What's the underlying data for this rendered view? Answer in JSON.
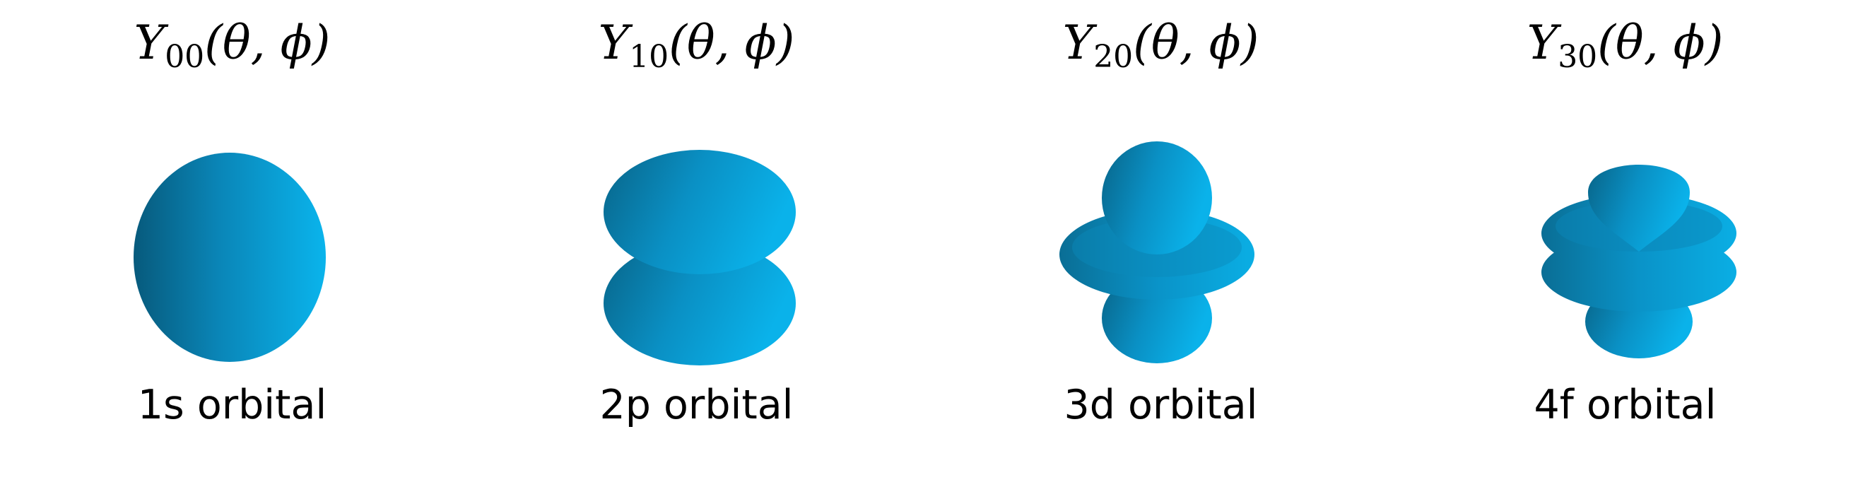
{
  "colors": {
    "surface_light": "#0aa8e0",
    "surface_mid": "#0b8cc0",
    "surface_dark": "#085f83",
    "text": "#000000",
    "background": "#ffffff"
  },
  "panels": [
    {
      "symbol": "Y",
      "subscript": "00",
      "args": "(θ, ϕ)",
      "caption": "1s orbital",
      "shape": "sphere"
    },
    {
      "symbol": "Y",
      "subscript": "10",
      "args": "(θ, ϕ)",
      "caption": "2p orbital",
      "shape": "two-lobes"
    },
    {
      "symbol": "Y",
      "subscript": "20",
      "args": "(θ, ϕ)",
      "caption": "3d orbital",
      "shape": "lobes-with-torus"
    },
    {
      "symbol": "Y",
      "subscript": "30",
      "args": "(θ, ϕ)",
      "caption": "4f orbital",
      "shape": "lobes-with-two-tori"
    }
  ]
}
